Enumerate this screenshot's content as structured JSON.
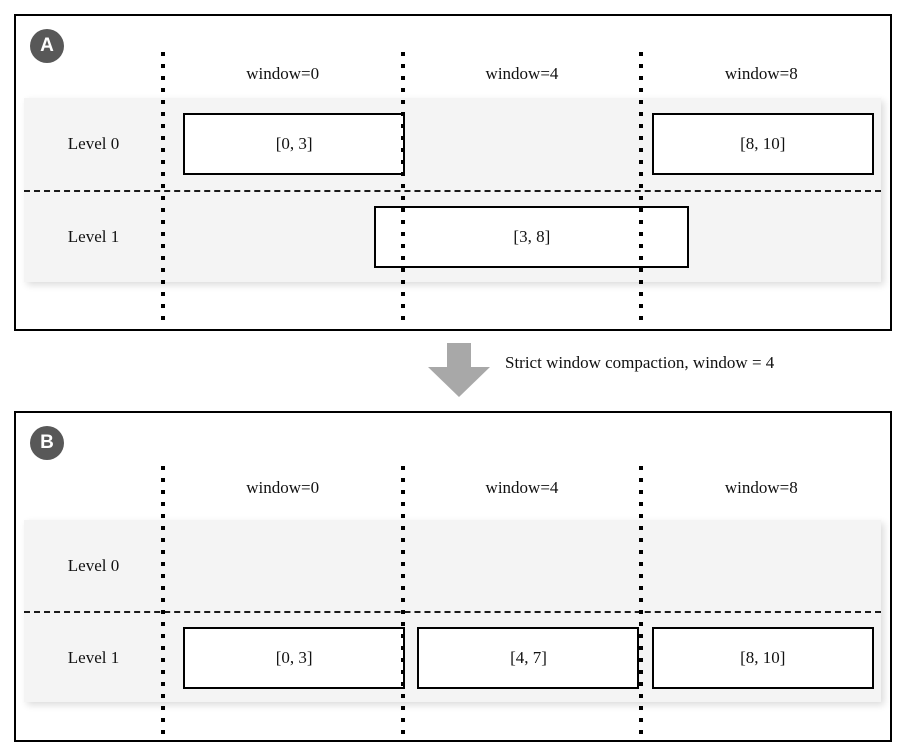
{
  "figure": {
    "type": "diagram",
    "description": "LSM-tree style strict window compaction before/after diagram"
  },
  "panels": [
    {
      "id": "A",
      "badge_label": "A",
      "column_headers": [
        "window=0",
        "window=4",
        "window=8"
      ],
      "levels": [
        {
          "label": "Level 0",
          "cells": [
            {
              "text": "[0, 3]",
              "span": "1"
            },
            {
              "text": "",
              "span": "0"
            },
            {
              "text": "[8, 10]",
              "span": "1"
            }
          ]
        },
        {
          "label": "Level 1",
          "cells": [
            {
              "text": "",
              "span": "0"
            },
            {
              "text": "[3, 8]",
              "span": "wide"
            },
            {
              "text": "",
              "span": "0"
            }
          ]
        }
      ]
    },
    {
      "id": "B",
      "badge_label": "B",
      "column_headers": [
        "window=0",
        "window=4",
        "window=8"
      ],
      "levels": [
        {
          "label": "Level 0",
          "cells": [
            {
              "text": "",
              "span": "0"
            },
            {
              "text": "",
              "span": "0"
            },
            {
              "text": "",
              "span": "0"
            }
          ]
        },
        {
          "label": "Level 1",
          "cells": [
            {
              "text": "[0, 3]",
              "span": "1"
            },
            {
              "text": "[4, 7]",
              "span": "1"
            },
            {
              "text": "[8, 10]",
              "span": "1"
            }
          ]
        }
      ]
    }
  ],
  "transition": {
    "caption": "Strict window compaction, window = 4",
    "arrow_icon": "down-arrow-icon",
    "arrow_color": "#a8a8a8"
  },
  "colors": {
    "band_background": "#f4f4f4",
    "badge_background": "#585858",
    "badge_text": "#ffffff",
    "border": "#000000",
    "page_background": "#ffffff"
  }
}
